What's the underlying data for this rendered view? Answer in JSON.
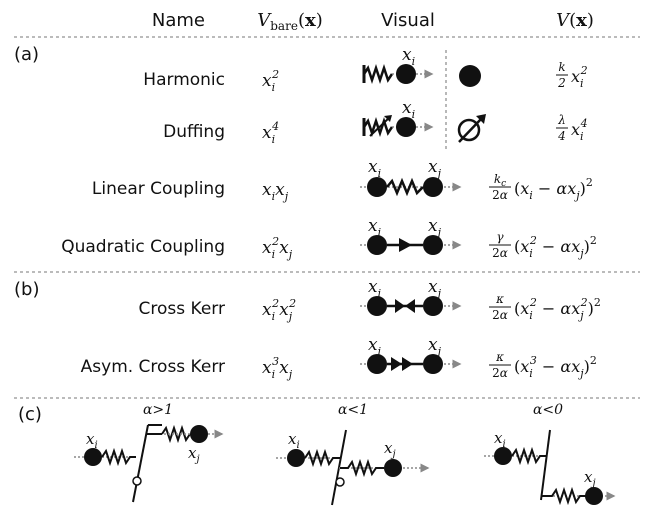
{
  "header": {
    "name": "Name",
    "vbare": "V_bare(x)",
    "visual": "Visual",
    "v": "V(x)"
  },
  "sections": {
    "a": "(a)",
    "b": "(b)",
    "c": "(c)"
  },
  "rows": [
    {
      "name": "Harmonic",
      "vbare": "x_i^2",
      "v": "(k/2) x_i^2",
      "visual_label_i": "x_i"
    },
    {
      "name": "Duffing",
      "vbare": "x_i^4",
      "v": "(λ/4) x_i^4",
      "visual_label_i": "x_i"
    },
    {
      "name": "Linear Coupling",
      "vbare": "x_i x_j",
      "v": "(k_c/2α)(x_i − α x_j)^2",
      "visual_label_i": "x_i",
      "visual_label_j": "x_j"
    },
    {
      "name": "Quadratic Coupling",
      "vbare": "x_i^2 x_j",
      "v": "(γ/2α)(x_i^2 − α x_j)^2",
      "visual_label_i": "x_i",
      "visual_label_j": "x_j"
    },
    {
      "name": "Cross Kerr",
      "vbare": "x_i^2 x_j^2",
      "v": "(κ/2α)(x_i^2 − α x_j^2)^2",
      "visual_label_i": "x_i",
      "visual_label_j": "x_j"
    },
    {
      "name": "Asym. Cross Kerr",
      "vbare": "x_i^3 x_j",
      "v": "(κ/2α)(x_i^3 − α x_j)^2",
      "visual_label_i": "x_i",
      "visual_label_j": "x_j"
    }
  ],
  "panel_c": [
    {
      "title": "α>1",
      "label_i": "x_i",
      "label_j": "x_j"
    },
    {
      "title": "α<1",
      "label_i": "x_i",
      "label_j": "x_j"
    },
    {
      "title": "α<0",
      "label_i": "x_i",
      "label_j": "x_j"
    }
  ]
}
